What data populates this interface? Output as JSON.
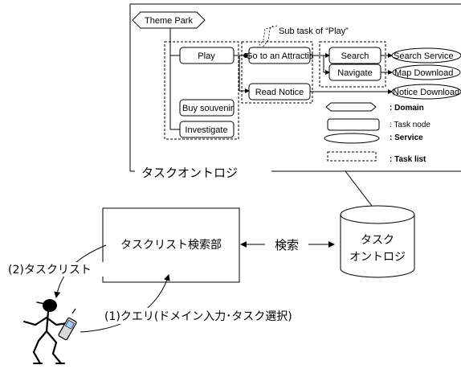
{
  "ontology_panel": {
    "title": "タスクオントロジ",
    "subtask_caption": "Sub task of “Play”",
    "domain_node": "Theme Park",
    "tasks": {
      "play": "Play",
      "buy_souvenir": "Buy souvenir",
      "investigate": "Investigate",
      "go_to_attraction": "Go to an Attraction",
      "read_notice": "Read Notice",
      "search": "Search",
      "navigate": "Navigate"
    },
    "services": {
      "search_service": "Search Service",
      "map_download": "Map Download",
      "notice_download": "Notice Download"
    },
    "legend": {
      "domain": ": Domain",
      "task_node": ": Task node",
      "service": ": Service",
      "task_list": ": Task list"
    }
  },
  "system": {
    "tasklist_search_unit": "タスクリスト検索部",
    "search_label": "検索",
    "task_ontology_db_line1": "タスク",
    "task_ontology_db_line2": "オントロジ",
    "tasklist_output": "(2)タスクリスト",
    "query_input": "(1)クエリ(ドメイン入力･タスク選択)"
  }
}
